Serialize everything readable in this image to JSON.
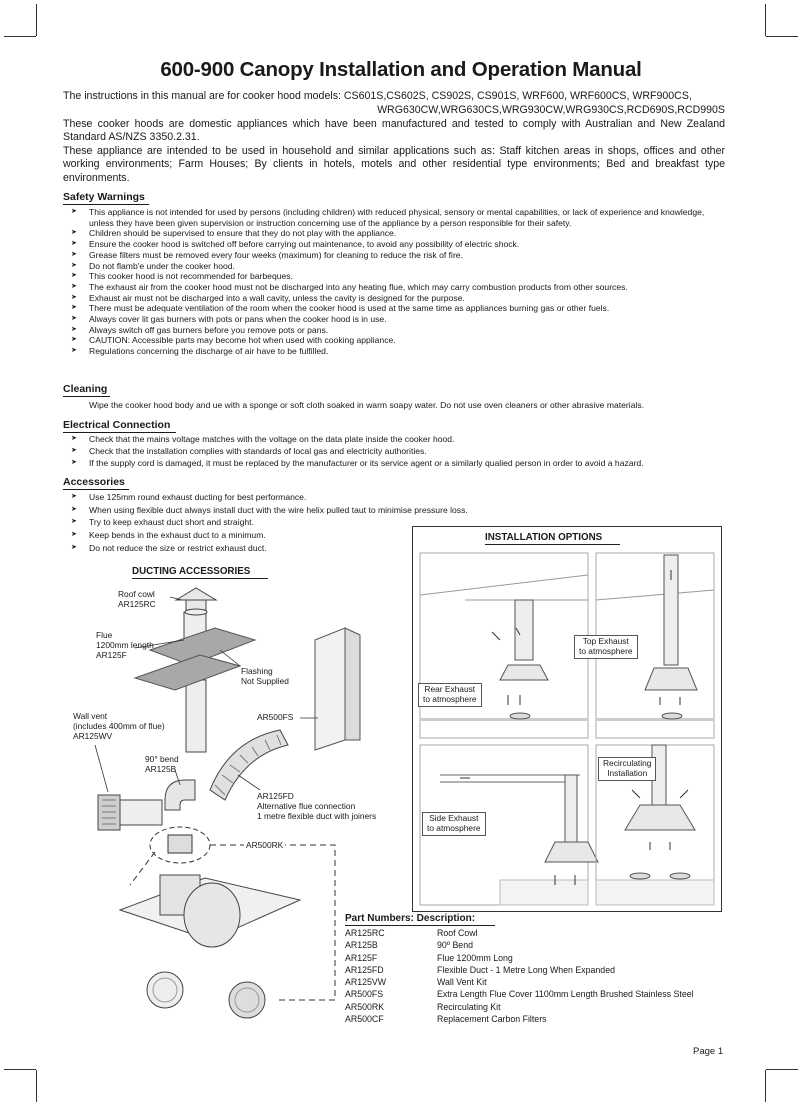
{
  "title": "600-900 Canopy Installation and Operation Manual",
  "intro": {
    "line1": "The instructions in this manual are for cooker hood models: CS601S,CS602S, CS902S, CS901S, WRF600, WRF600CS, WRF900CS,",
    "line2": "WRG630CW,WRG630CS,WRG930CW,WRG930CS,RCD690S,RCD990S",
    "p1": "These cooker hoods are domestic appliances which have been manufactured and tested to comply with Australian and New Zealand Standard AS/NZS 3350.2.31.",
    "p2": "These appliance are intended to be used in household and similar applications such as: Staff kitchen areas in shops, offices and other working environments; Farm Houses; By clients in hotels, motels and other residential type environments; Bed and breakfast type environments."
  },
  "safety": {
    "heading": "Safety Warnings",
    "items": [
      "This appliance is not intended for used by persons (including children) with reduced physical, sensory or mental capabilities, or lack of experience and knowledge, unless they have been given supervision or instruction concerning use of the appliance by a person responsible for their safety.",
      "Children should be supervised to ensure that they do not play with the appliance.",
      "Ensure the cooker hood is switched off before carrying out maintenance, to avoid any possibility of electric shock.",
      "Grease filters must be removed every four weeks (maximum) for cleaning to reduce the risk of fire.",
      "Do not flamb'e under the cooker hood.",
      "This cooker hood is not recommended for barbeques.",
      "The exhaust air from the cooker hood must not be discharged into any heating flue, which may carry combustion products from other sources.",
      "Exhaust air must not be discharged into a wall cavity, unless the cavity is designed for the purpose.",
      "There must be adequate ventilation of the room when the cooker hood is used at the same time as appliances burning gas or other fuels.",
      "Always cover lit gas burners with pots or pans when the cooker hood is in use.",
      "Always switch off gas burners before you remove pots or pans.",
      "CAUTION: Accessible parts may become hot when used with cooking appliance.",
      "Regulations concerning the discharge of air have to be fulfilled."
    ]
  },
  "cleaning": {
    "heading": "Cleaning",
    "text": "Wipe the cooker hood body and ue with a sponge or soft cloth soaked in warm soapy water. Do not use oven cleaners or other abrasive materials."
  },
  "electrical": {
    "heading": "Electrical Connection",
    "items": [
      "Check that the mains voltage matches with the voltage on the data plate inside the cooker hood.",
      "Check that the installation complies with standards of local gas and electricity authorities.",
      "If the supply cord is damaged, it must be replaced by the manufacturer or its service agent or a similarly qualied person in order to avoid a hazard."
    ]
  },
  "accessories": {
    "heading": "Accessories",
    "items": [
      "Use 125mm round exhaust ducting for best performance.",
      "When using flexible duct always install duct with the wire helix pulled taut to minimise pressure loss.",
      "Try to keep exhaust duct short and straight.",
      "Keep bends in the exhaust duct to a minimum.",
      "Do not reduce the size or restrict exhaust duct."
    ]
  },
  "ducting": {
    "heading": "DUCTING ACCESSORIES",
    "roof_cowl": [
      "Roof cowl",
      "AR125RC"
    ],
    "flue": [
      "Flue",
      "1200mm length",
      "AR125F"
    ],
    "flashing": [
      "Flashing",
      "Not Supplied"
    ],
    "ar500fs": "AR500FS",
    "wall_vent": [
      "Wall vent",
      "(includes 400mm of flue)",
      "AR125WV"
    ],
    "bend": [
      "90°  bend",
      "AR125B"
    ],
    "flex": [
      "AR125FD",
      "Alternative flue connection",
      "1 metre flexible duct with joiners"
    ],
    "ar500rk": "AR500RK"
  },
  "installation": {
    "heading": "INSTALLATION OPTIONS",
    "top": [
      "Top Exhaust",
      "to atmosphere"
    ],
    "rear": [
      "Rear Exhaust",
      "to atmosphere"
    ],
    "recirc": [
      "Recirculating",
      "Installation"
    ],
    "side": [
      "Side Exhaust",
      "to atmosphere"
    ]
  },
  "parts": {
    "heading": "Part Numbers: Description:",
    "rows": [
      {
        "code": "AR125RC",
        "desc": "Roof Cowl"
      },
      {
        "code": "AR125B",
        "desc": "90º Bend"
      },
      {
        "code": "AR125F",
        "desc": "Flue 1200mm Long"
      },
      {
        "code": "AR125FD",
        "desc": "Flexible Duct - 1 Metre Long When Expanded"
      },
      {
        "code": "AR125VW",
        "desc": "Wall Vent Kit"
      },
      {
        "code": "AR500FS",
        "desc": "Extra Length Flue Cover 1100mm Length Brushed Stainless Steel"
      },
      {
        "code": "AR500RK",
        "desc": "Recirculating Kit"
      },
      {
        "code": "AR500CF",
        "desc": "Replacement Carbon Filters"
      }
    ]
  },
  "page": "Page 1"
}
